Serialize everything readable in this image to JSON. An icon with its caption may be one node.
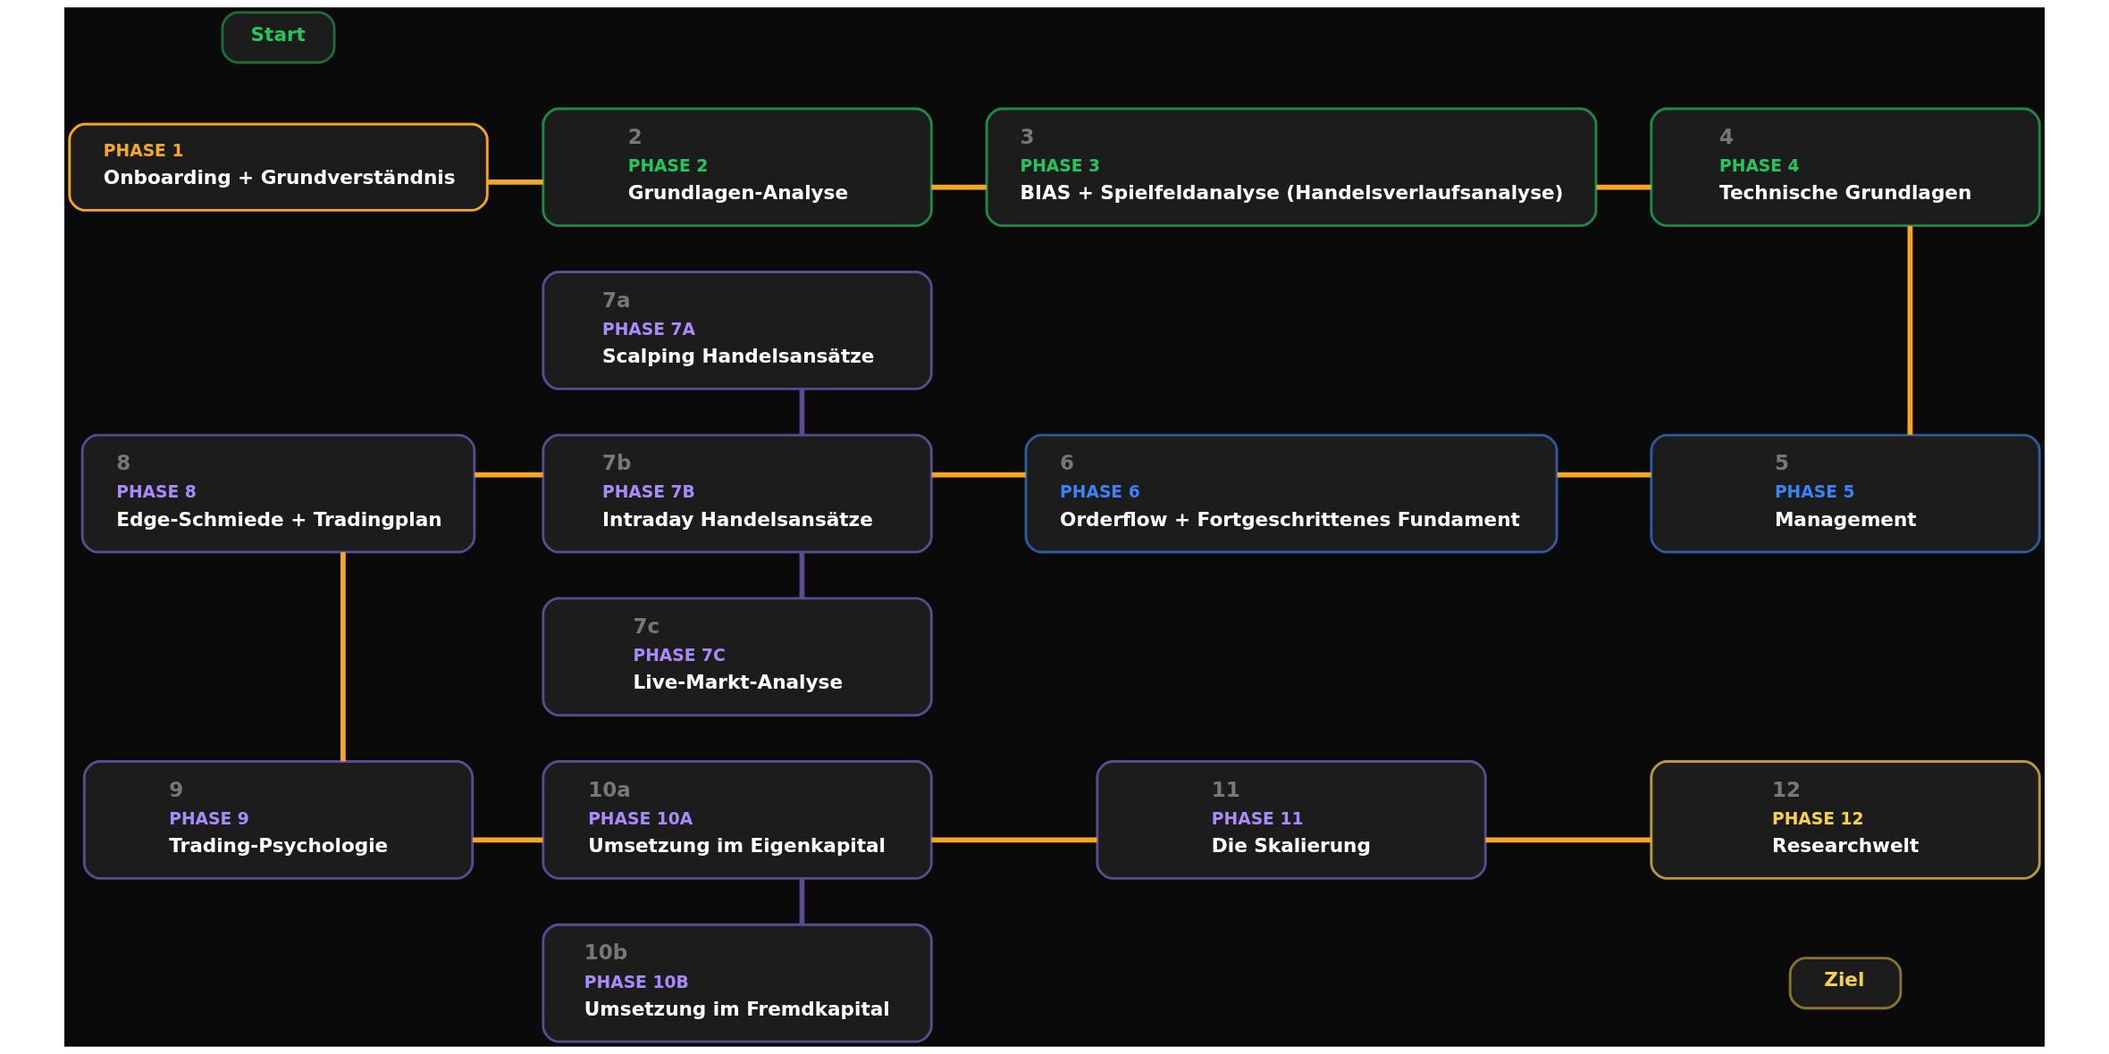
{
  "diagram": {
    "nodes": [
      {
        "text": [
          "Start"
        ]
      },
      {
        "text": [
          "PHASE 1",
          "Onboarding + Grundverständnis"
        ]
      },
      {
        "text": [
          "2",
          "PHASE 2",
          "Grundlagen-Analyse"
        ]
      },
      {
        "text": [
          "3",
          "PHASE 3",
          "BIAS + Spielfeldanalyse (Handelsverlaufsanalyse)"
        ]
      },
      {
        "text": [
          "4",
          "PHASE 4",
          "Technische Grundlagen"
        ]
      },
      {
        "text": [
          "5",
          "PHASE 5",
          "Management"
        ]
      },
      {
        "text": [
          "6",
          "PHASE 6",
          "Orderflow + Fortgeschrittenes Fundament"
        ]
      },
      {
        "text": [
          "7a",
          "PHASE 7A",
          "Scalping Handelsansätze"
        ]
      },
      {
        "text": [
          "7b",
          "PHASE 7B",
          "Intraday Handelsansätze"
        ]
      },
      {
        "text": [
          "7c",
          "PHASE 7C",
          "Live-Markt-Analyse"
        ]
      },
      {
        "text": [
          "8",
          "PHASE 8",
          "Edge-Schmiede + Tradingplan"
        ]
      },
      {
        "text": [
          "9",
          "PHASE 9",
          "Trading-Psychologie"
        ]
      },
      {
        "text": [
          "10a",
          "PHASE 10A",
          "Umsetzung im Eigenkapital"
        ]
      },
      {
        "text": [
          "10b",
          "PHASE 10B",
          "Umsetzung im Fremdkapital"
        ]
      },
      {
        "text": [
          "11",
          "PHASE 11",
          "Die Skalierung"
        ]
      },
      {
        "text": [
          "12",
          "PHASE 12",
          "Researchwelt"
        ]
      },
      {
        "text": [
          "Ziel"
        ]
      }
    ],
    "edges": [
      {
        "from": 1,
        "to": 2,
        "arrow": "none"
      },
      {
        "from": 2,
        "to": 3,
        "arrow": "none"
      },
      {
        "from": 3,
        "to": 4,
        "arrow": "none"
      },
      {
        "from": 4,
        "to": 5,
        "arrow": "none"
      },
      {
        "from": 5,
        "to": 6,
        "arrow": "none"
      },
      {
        "from": 6,
        "to": 8,
        "arrow": "none"
      },
      {
        "from": 7,
        "to": 8,
        "arrow": "none",
        "color": "#5b4a8f"
      },
      {
        "from": 8,
        "to": 9,
        "arrow": "none",
        "color": "#5b4a8f"
      },
      {
        "from": 8,
        "to": 10,
        "arrow": "none"
      },
      {
        "from": 10,
        "to": 11,
        "arrow": "none"
      },
      {
        "from": 11,
        "to": 12,
        "arrow": "none"
      },
      {
        "from": 12,
        "to": 13,
        "arrow": "none",
        "color": "#5b4a8f"
      },
      {
        "from": 12,
        "to": 14,
        "arrow": "none"
      },
      {
        "from": 14,
        "to": 15,
        "arrow": "none"
      }
    ]
  }
}
